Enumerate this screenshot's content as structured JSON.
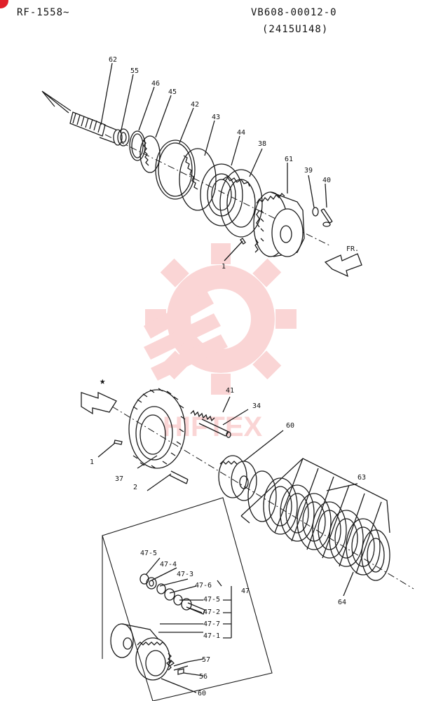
{
  "header": {
    "left_code": "RF-1558~",
    "right_code": "VB608-00012-0",
    "right_subcode": "(2415U148)"
  },
  "labels": {
    "p62": "62",
    "p55": "55",
    "p46": "46",
    "p45": "45",
    "p42": "42",
    "p43": "43",
    "p44": "44",
    "p38": "38",
    "p61": "61",
    "p39": "39",
    "p40": "40",
    "p1_top": "1",
    "fr": "FR.",
    "star": "★",
    "p41": "41",
    "p34": "34",
    "p60_mid": "60",
    "p1_mid": "1",
    "p37": "37",
    "p2": "2",
    "p63": "63",
    "p64": "64",
    "p47_5a": "47-5",
    "p47_4": "47-4",
    "p47_3": "47-3",
    "p47_6": "47-6",
    "p47_5b": "47-5",
    "p47_2": "47-2",
    "p47_7": "47-7",
    "p47_1": "47-1",
    "p47": "47",
    "p57": "57",
    "p56": "56",
    "p60_bot": "60"
  },
  "watermark": {
    "text": "HIFTEX",
    "color": "#f4a3a3"
  },
  "colors": {
    "line": "#1a1a1a",
    "accent": "#e0202a"
  }
}
